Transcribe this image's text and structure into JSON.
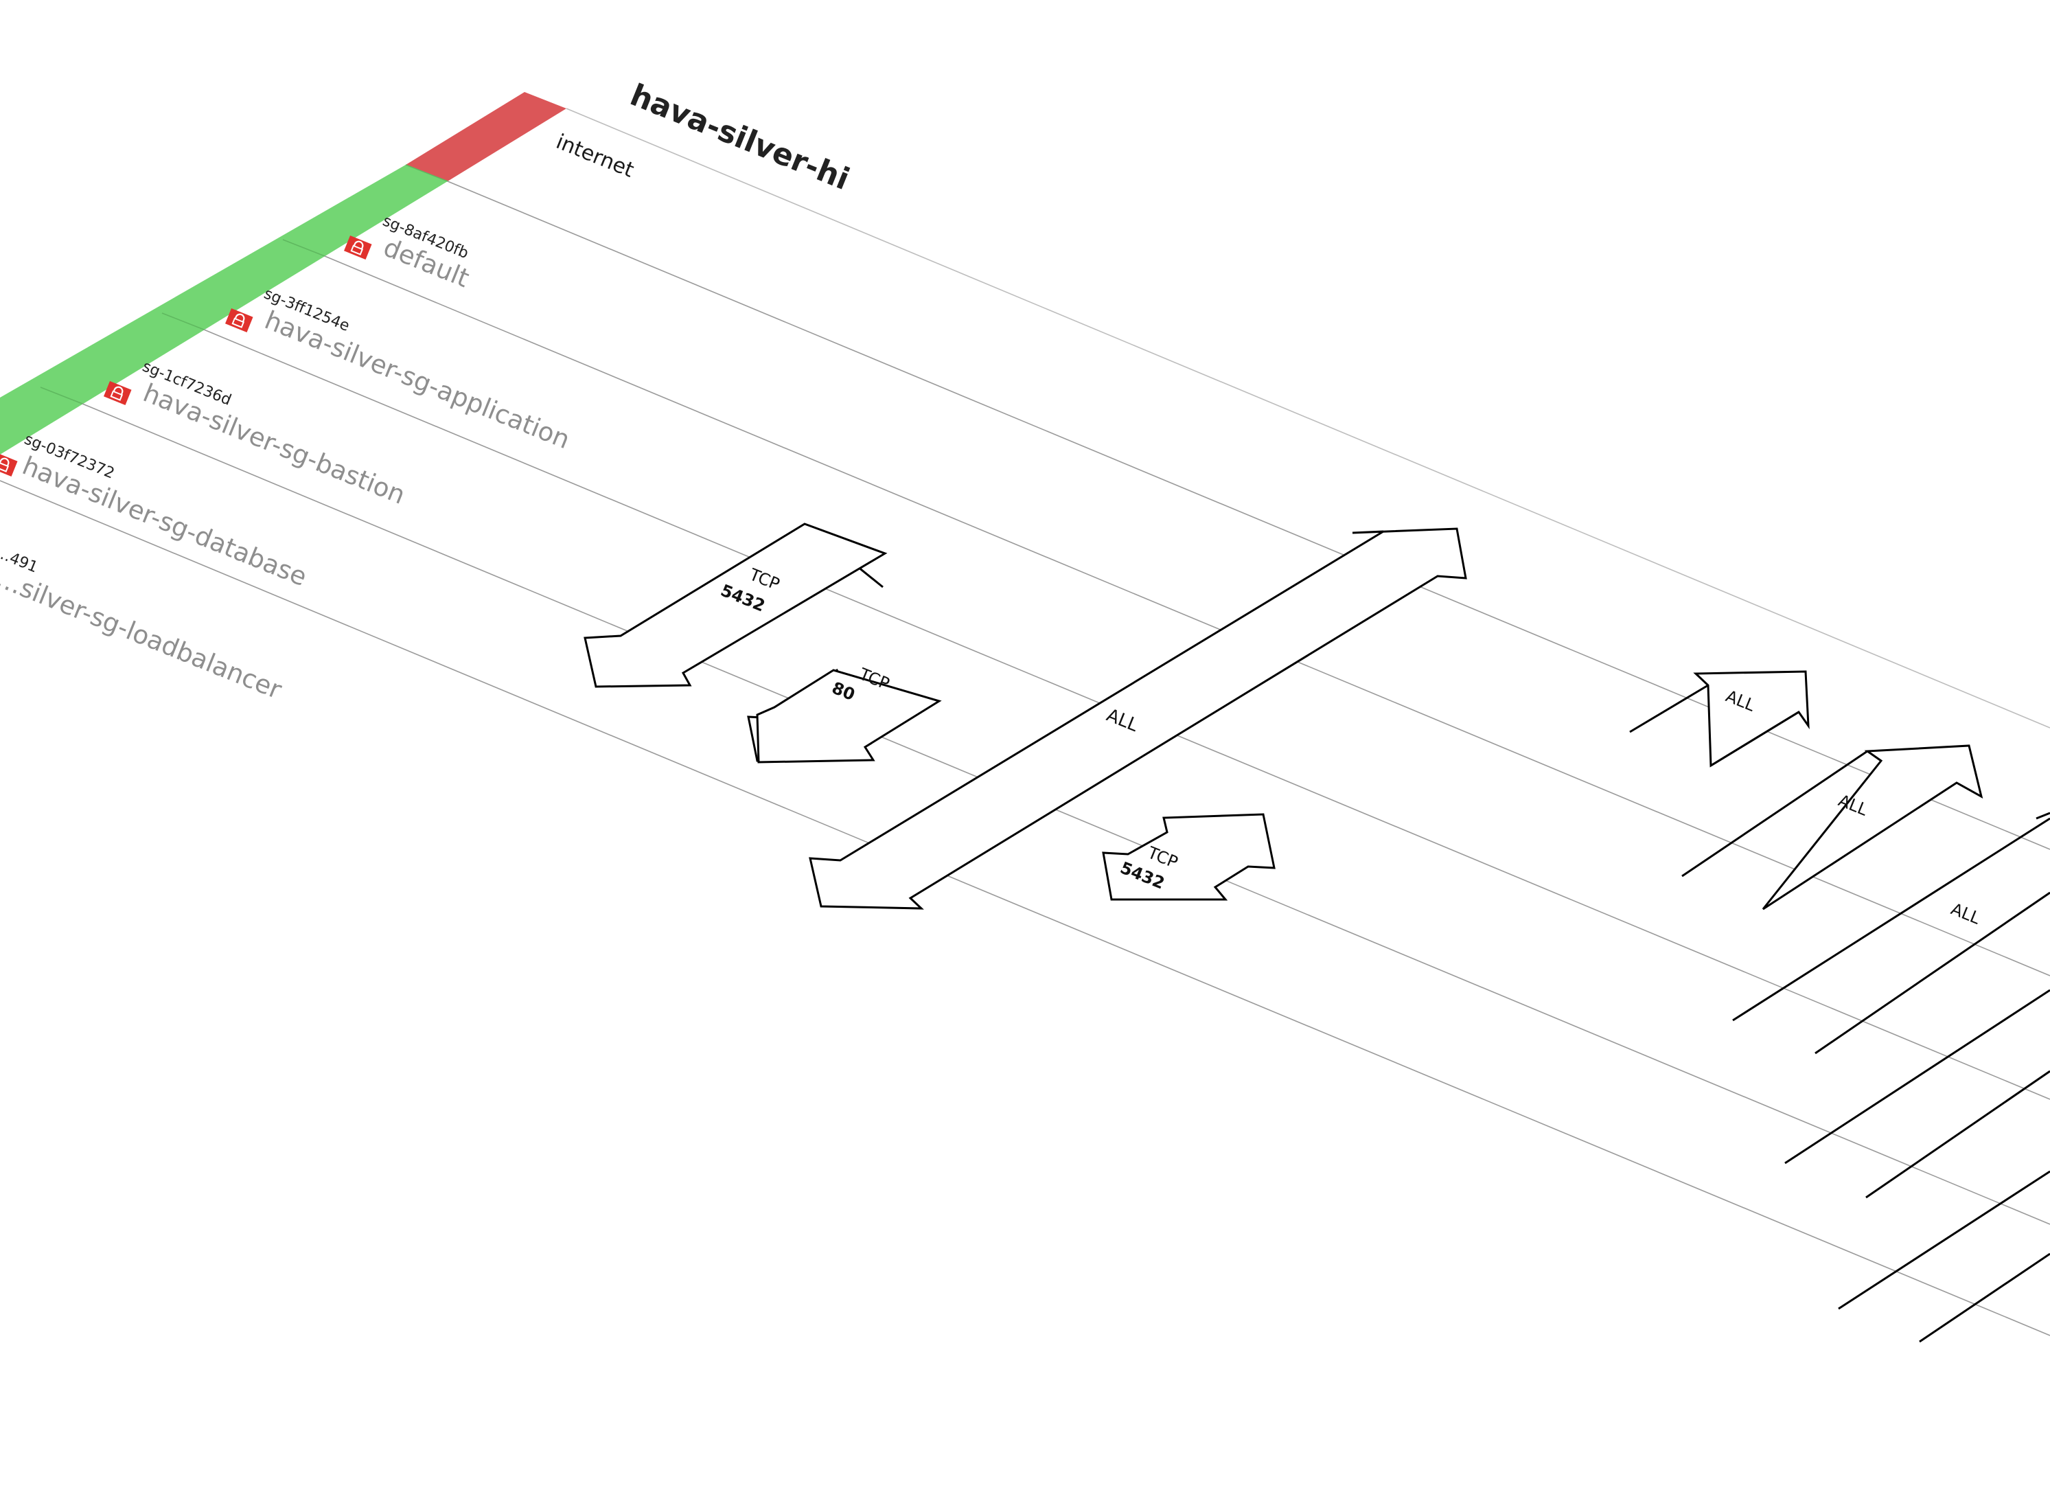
{
  "diagram": {
    "title": "hava-silver-hi",
    "internet_label": "internet",
    "colors": {
      "internet_band": "#db5658",
      "security_group_band": "#73d673",
      "lock_icon": "#e0322d",
      "lane_line": "#9a9a9a",
      "arrow_stroke": "#000000",
      "arrow_fill": "#ffffff"
    },
    "security_groups": [
      {
        "id": "sg-8af420fb",
        "name": "default",
        "icon": "lock-icon"
      },
      {
        "id": "sg-3ff1254e",
        "name": "hava-silver-sg-application",
        "icon": "lock-icon"
      },
      {
        "id": "sg-1cf7236d",
        "name": "hava-silver-sg-bastion",
        "icon": "lock-icon"
      },
      {
        "id": "sg-03f72372",
        "name": "hava-silver-sg-database",
        "icon": "lock-icon"
      },
      {
        "id": "…491",
        "name": "…silver-sg-loadbalancer",
        "icon": "lock-icon"
      }
    ],
    "rules": [
      {
        "protocol": "TCP",
        "port": "5432"
      },
      {
        "protocol": "TCP",
        "port": "80"
      },
      {
        "protocol": "ALL",
        "port": ""
      },
      {
        "protocol": "TCP",
        "port": "5432"
      },
      {
        "protocol": "ALL",
        "port": ""
      },
      {
        "protocol": "ALL",
        "port": ""
      },
      {
        "protocol": "ALL",
        "port": ""
      }
    ]
  }
}
